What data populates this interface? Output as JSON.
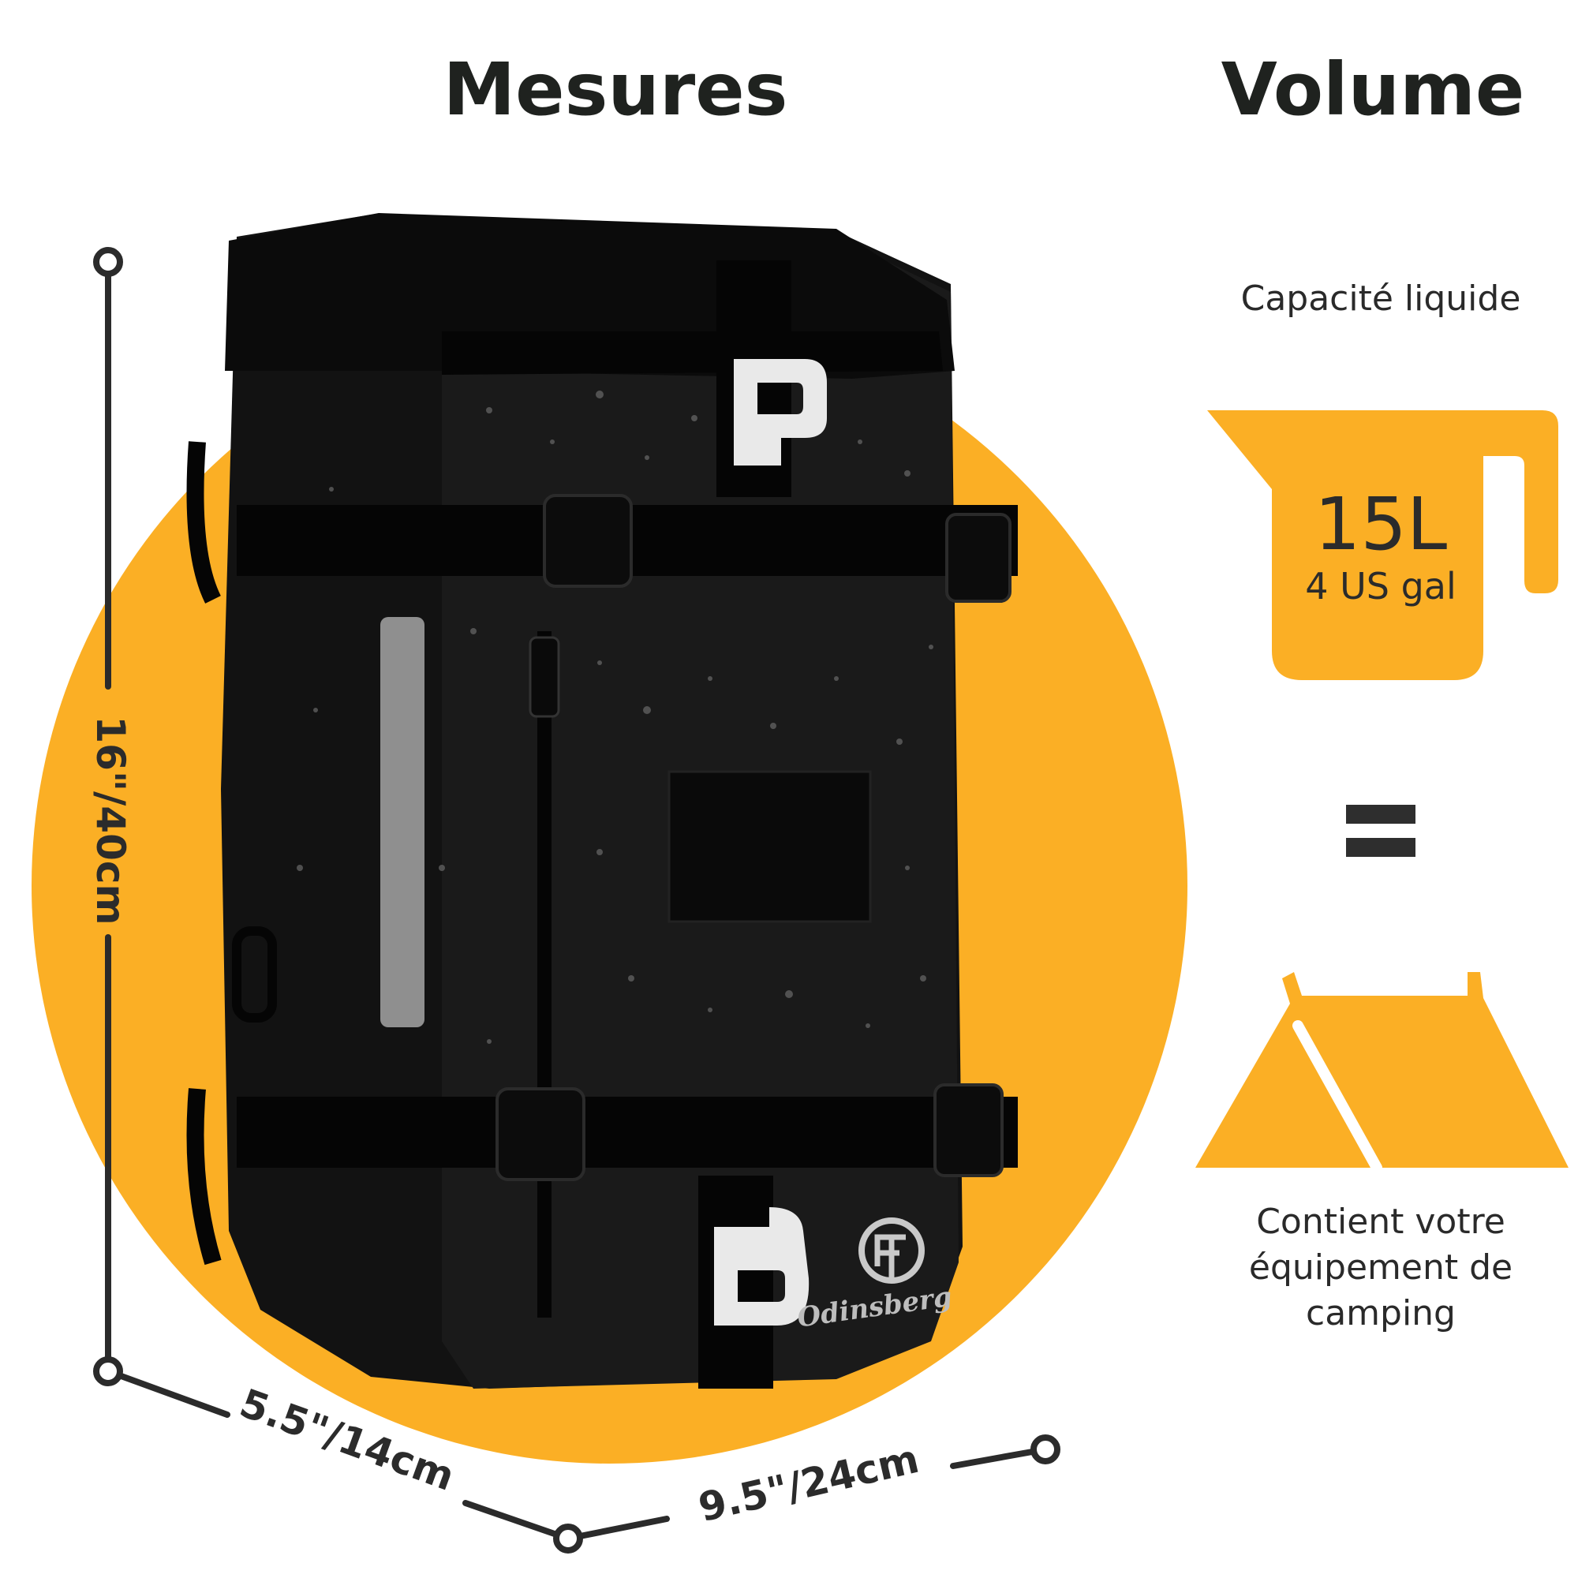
{
  "headings": {
    "measures": "Mesures",
    "volume": "Volume"
  },
  "dimensions": {
    "height": "16\"/40cm",
    "depth": "5.5\"/14cm",
    "width": "9.5\"/24cm"
  },
  "product": {
    "brand": "Odinsberg"
  },
  "volume": {
    "capacity_label": "Capacité liquide",
    "liters": "15L",
    "gallons": "4 US gal",
    "camping_label": "Contient votre équipement de camping"
  },
  "icons": {
    "jug": "measuring-jug-icon",
    "equals": "equals-icon",
    "tent": "tent-icon",
    "bag": "dry-bag-illustration"
  },
  "colors": {
    "accent": "#fbaf25",
    "dark": "#1f221f",
    "bag": "#111111"
  }
}
